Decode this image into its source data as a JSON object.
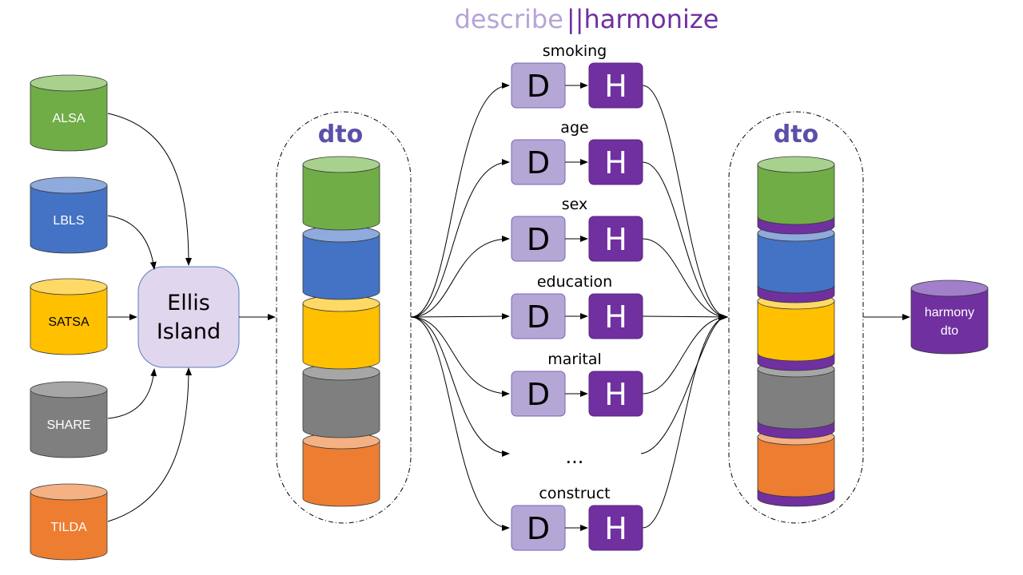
{
  "title": {
    "left": "describe",
    "sep": "||",
    "right": "harmonize"
  },
  "sources": [
    {
      "label": "ALSA",
      "fill": "#70ad47",
      "top": "#a9d18e",
      "text": "light"
    },
    {
      "label": "LBLS",
      "fill": "#4472c4",
      "top": "#8faadc",
      "text": "light"
    },
    {
      "label": "SATSA",
      "fill": "#ffc000",
      "top": "#ffd966",
      "text": "dark"
    },
    {
      "label": "SHARE",
      "fill": "#7f7f7f",
      "top": "#a6a6a6",
      "text": "light"
    },
    {
      "label": "TILDA",
      "fill": "#ed7d31",
      "top": "#f4b183",
      "text": "light"
    }
  ],
  "ellis": {
    "line1": "Ellis",
    "line2": "Island"
  },
  "dto_left": {
    "label": "dto"
  },
  "dto_right": {
    "label": "dto",
    "band_color": "#7030a0"
  },
  "constructs": [
    {
      "label": "smoking",
      "d": "D",
      "h": "H"
    },
    {
      "label": "age",
      "d": "D",
      "h": "H"
    },
    {
      "label": "sex",
      "d": "D",
      "h": "H"
    },
    {
      "label": "education",
      "d": "D",
      "h": "H"
    },
    {
      "label": "marital",
      "d": "D",
      "h": "H"
    },
    {
      "label": "",
      "d": "",
      "h": "",
      "ellipsis": "..."
    },
    {
      "label": "construct",
      "d": "D",
      "h": "H"
    }
  ],
  "output": {
    "line1": "harmony",
    "line2": "dto",
    "fill": "#7030a0",
    "top": "#a27fcb"
  },
  "colors": {
    "d_fill": "#b4a7d6",
    "d_stroke": "#7b63b3",
    "h_fill": "#7030a0",
    "h_stroke": "#5a2480",
    "ellis_fill": "#e0d7ee",
    "ellis_stroke": "#5b7bc1"
  }
}
